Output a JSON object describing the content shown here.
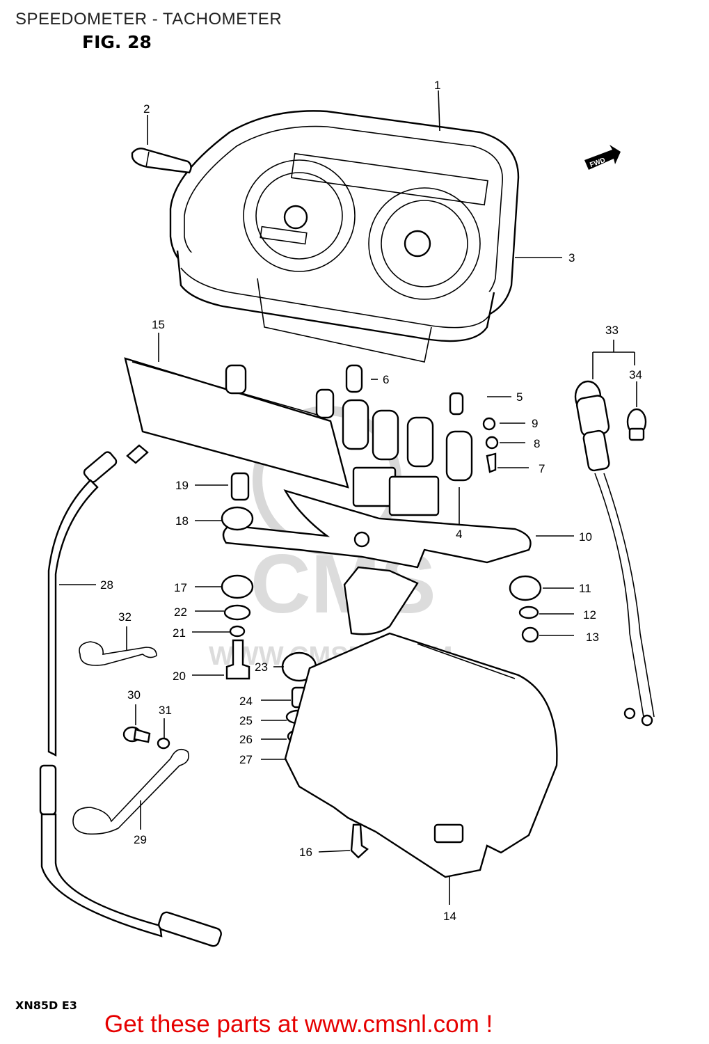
{
  "header": {
    "title": "SPEEDOMETER - TACHOMETER",
    "figure": "FIG. 28"
  },
  "model_code": "XN85D E3",
  "footer_text": "Get these parts at www.cmsnl.com !",
  "watermark": {
    "logo": "CMS",
    "url": "WWW.CMSNL.COM"
  },
  "badge": "FWD",
  "part_numbers": [
    "1",
    "2",
    "3",
    "4",
    "5",
    "6",
    "7",
    "8",
    "9",
    "10",
    "11",
    "12",
    "13",
    "14",
    "15",
    "16",
    "17",
    "18",
    "19",
    "20",
    "21",
    "22",
    "23",
    "24",
    "25",
    "26",
    "27",
    "28",
    "29",
    "30",
    "31",
    "32",
    "33",
    "34"
  ],
  "colors": {
    "footer": "#e60000",
    "ink": "#000000",
    "watermark": "#dcdcdc"
  }
}
